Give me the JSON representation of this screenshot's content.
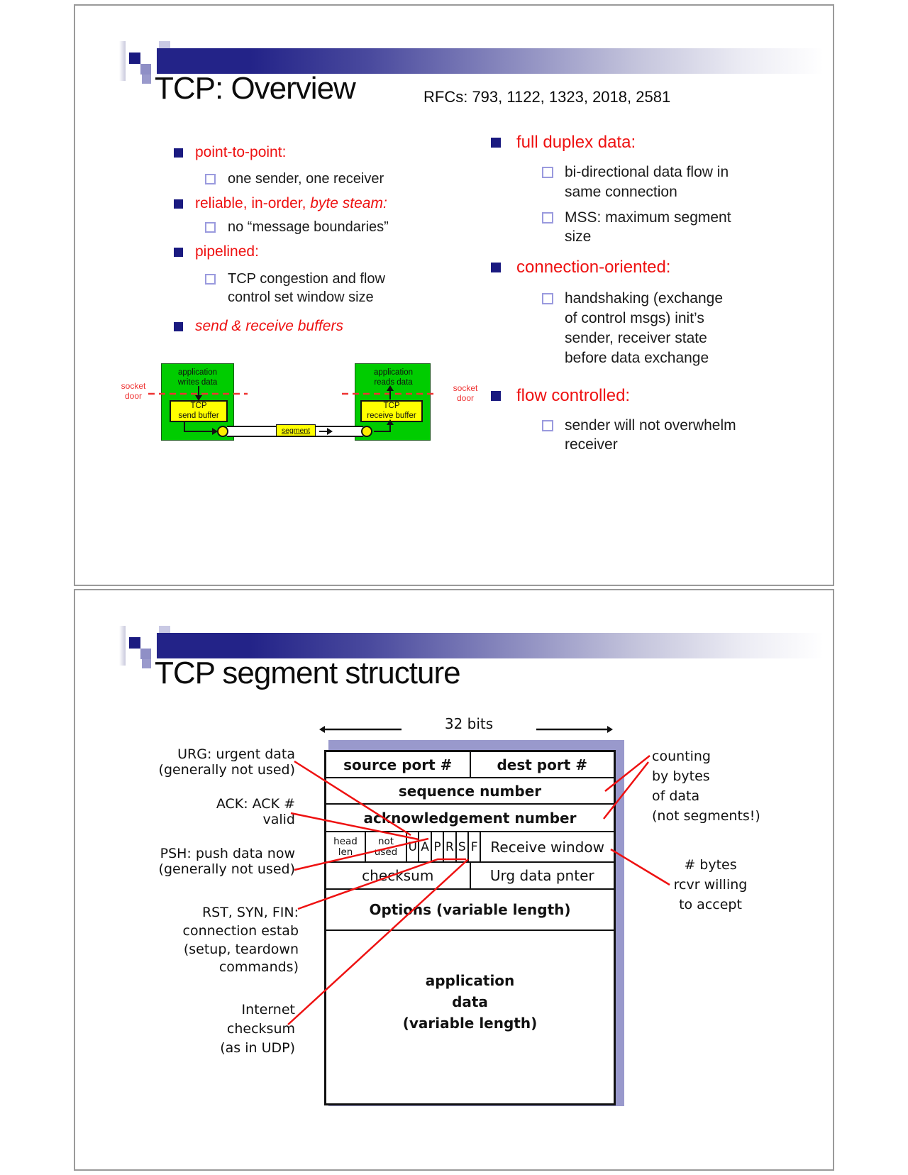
{
  "colors": {
    "red": "#ee1111",
    "navy_bullet": "#1a1a80",
    "header_navy": "#232388",
    "green": "#00cc00",
    "yellow": "#ffff00",
    "shadow_purple": "#9999cc",
    "diagram_red": "#ee3333"
  },
  "slide1": {
    "title": "TCP: Overview",
    "subtitle": "RFCs: 793, 1122, 1323, 2018, 2581",
    "bullets_left": [
      {
        "text": "point-to-point:"
      },
      {
        "text": "one sender, one receiver"
      },
      {
        "text": "reliable, in-order, ",
        "italic": "byte steam:"
      },
      {
        "text": "no “message boundaries”"
      },
      {
        "text": "pipelined:"
      },
      {
        "lines": [
          "TCP congestion and flow",
          "control set window size"
        ]
      },
      {
        "italic": "send & receive buffers"
      }
    ],
    "bullets_right": [
      {
        "text": "full duplex data:"
      },
      {
        "lines": [
          "bi-directional data flow in",
          "same connection"
        ]
      },
      {
        "lines": [
          "MSS: maximum segment",
          "size"
        ]
      },
      {
        "text": "connection-oriented:"
      },
      {
        "lines": [
          "handshaking (exchange",
          "of control msgs) init’s",
          "sender, receiver state",
          "before data exchange"
        ]
      },
      {
        "text": "flow controlled:"
      },
      {
        "lines": [
          "sender will not overwhelm",
          "receiver"
        ]
      }
    ],
    "diagram": {
      "socket_door_left": [
        "socket",
        "door"
      ],
      "socket_door_right": [
        "socket",
        "door"
      ],
      "app_writes": [
        "application",
        "writes data"
      ],
      "app_reads": [
        "application",
        "reads data"
      ],
      "send_buffer": [
        "TCP",
        "send buffer"
      ],
      "receive_buffer": [
        "TCP",
        "receive buffer"
      ],
      "segment": "segment"
    }
  },
  "slide2": {
    "title": "TCP segment structure",
    "bits_label": "32 bits",
    "table": {
      "source_port": "source port #",
      "dest_port": "dest port #",
      "sequence": "sequence number",
      "acknowledgement": "acknowledgement number",
      "head_len": [
        "head",
        "len"
      ],
      "not_used": [
        "not",
        "used"
      ],
      "flags": [
        "U",
        "A",
        "P",
        "R",
        "S",
        "F"
      ],
      "receive_window": "Receive window",
      "checksum": "checksum",
      "urg_pointer": "Urg data pnter",
      "options": "Options (variable length)",
      "app_data": [
        "application",
        "data",
        "(variable length)"
      ]
    },
    "annotations": {
      "urg": [
        "URG: urgent data",
        "(generally not used)"
      ],
      "ack": [
        "ACK: ACK #",
        "valid"
      ],
      "psh": [
        "PSH: push data now",
        "(generally not used)"
      ],
      "rst": [
        "RST, SYN, FIN:",
        "connection estab",
        "(setup, teardown",
        "commands)"
      ],
      "internet_checksum": [
        "Internet",
        "checksum",
        "(as in UDP)"
      ],
      "counting": [
        "counting",
        "by bytes",
        "of data",
        "(not segments!)"
      ],
      "bytes_willing": [
        "# bytes",
        "rcvr willing",
        "to accept"
      ]
    }
  }
}
